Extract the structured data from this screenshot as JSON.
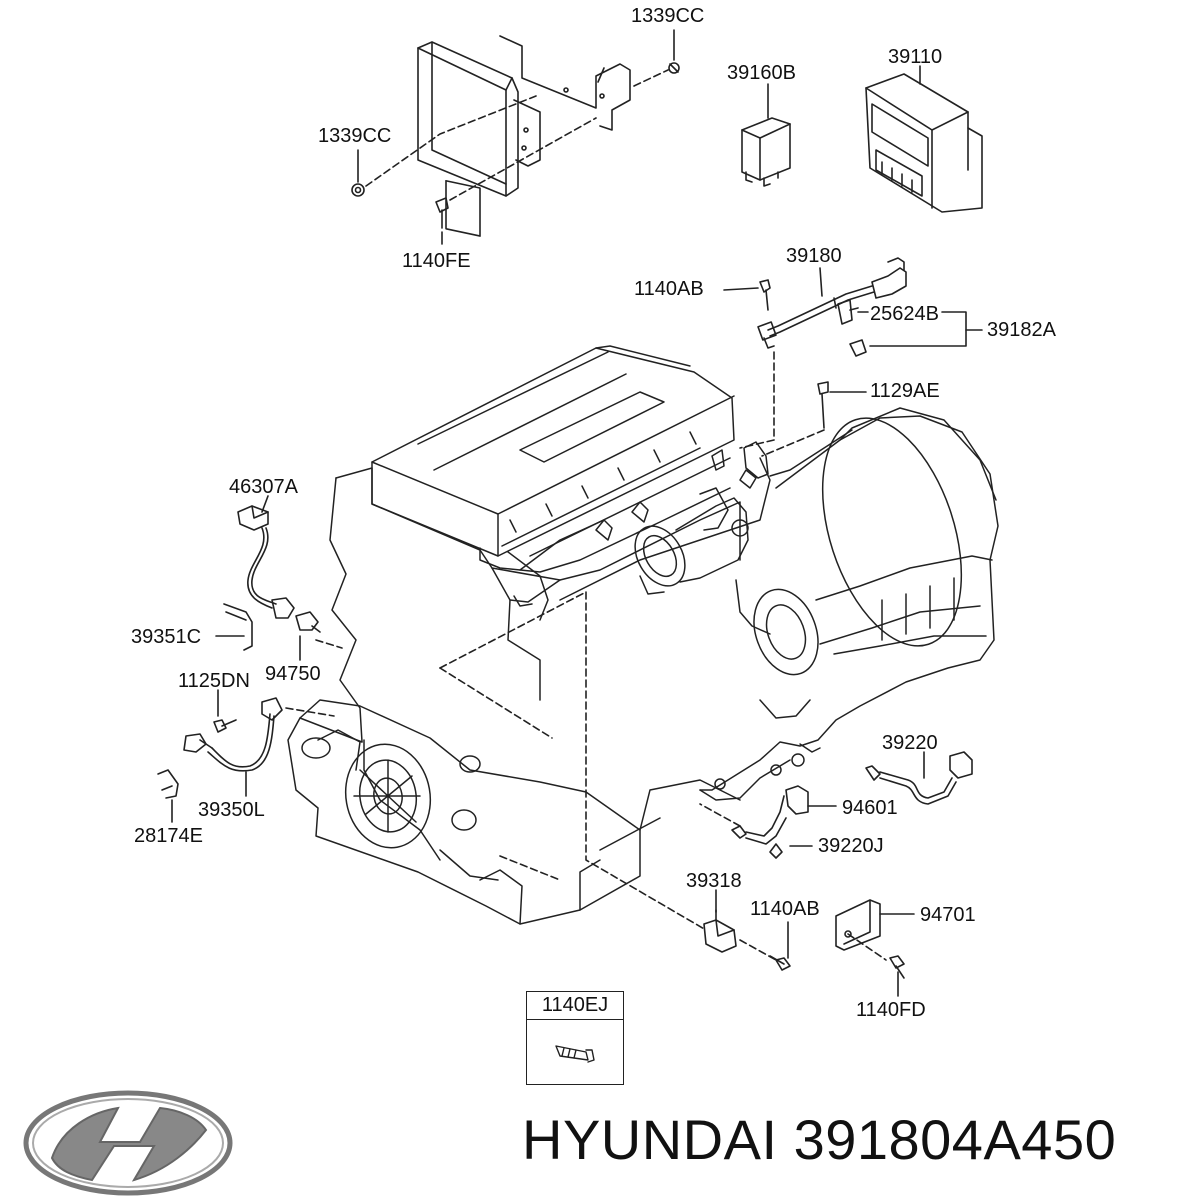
{
  "brand": {
    "name": "HYUNDAI",
    "part_number": "391804A450",
    "full_text": "HYUNDAI 391804A450"
  },
  "detail_box": {
    "label": "1140EJ"
  },
  "callouts": {
    "c1339cc_top": "1339CC",
    "c1339cc_left": "1339CC",
    "c1140fe": "1140FE",
    "c39160b": "39160B",
    "c39110": "39110",
    "c39180": "39180",
    "c1140ab_top": "1140AB",
    "c25624b": "25624B",
    "c39182a": "39182A",
    "c1129ae": "1129AE",
    "c46307a": "46307A",
    "c39351c": "39351C",
    "c94750": "94750",
    "c1125dn": "1125DN",
    "c39350l": "39350L",
    "c28174e": "28174E",
    "c39220": "39220",
    "c94601": "94601",
    "c39220j": "39220J",
    "c39318": "39318",
    "c1140ab_bottom": "1140AB",
    "c94701": "94701",
    "c1140fd": "1140FD"
  },
  "colors": {
    "line": "#222222",
    "text": "#111111",
    "logo": "#777777"
  }
}
